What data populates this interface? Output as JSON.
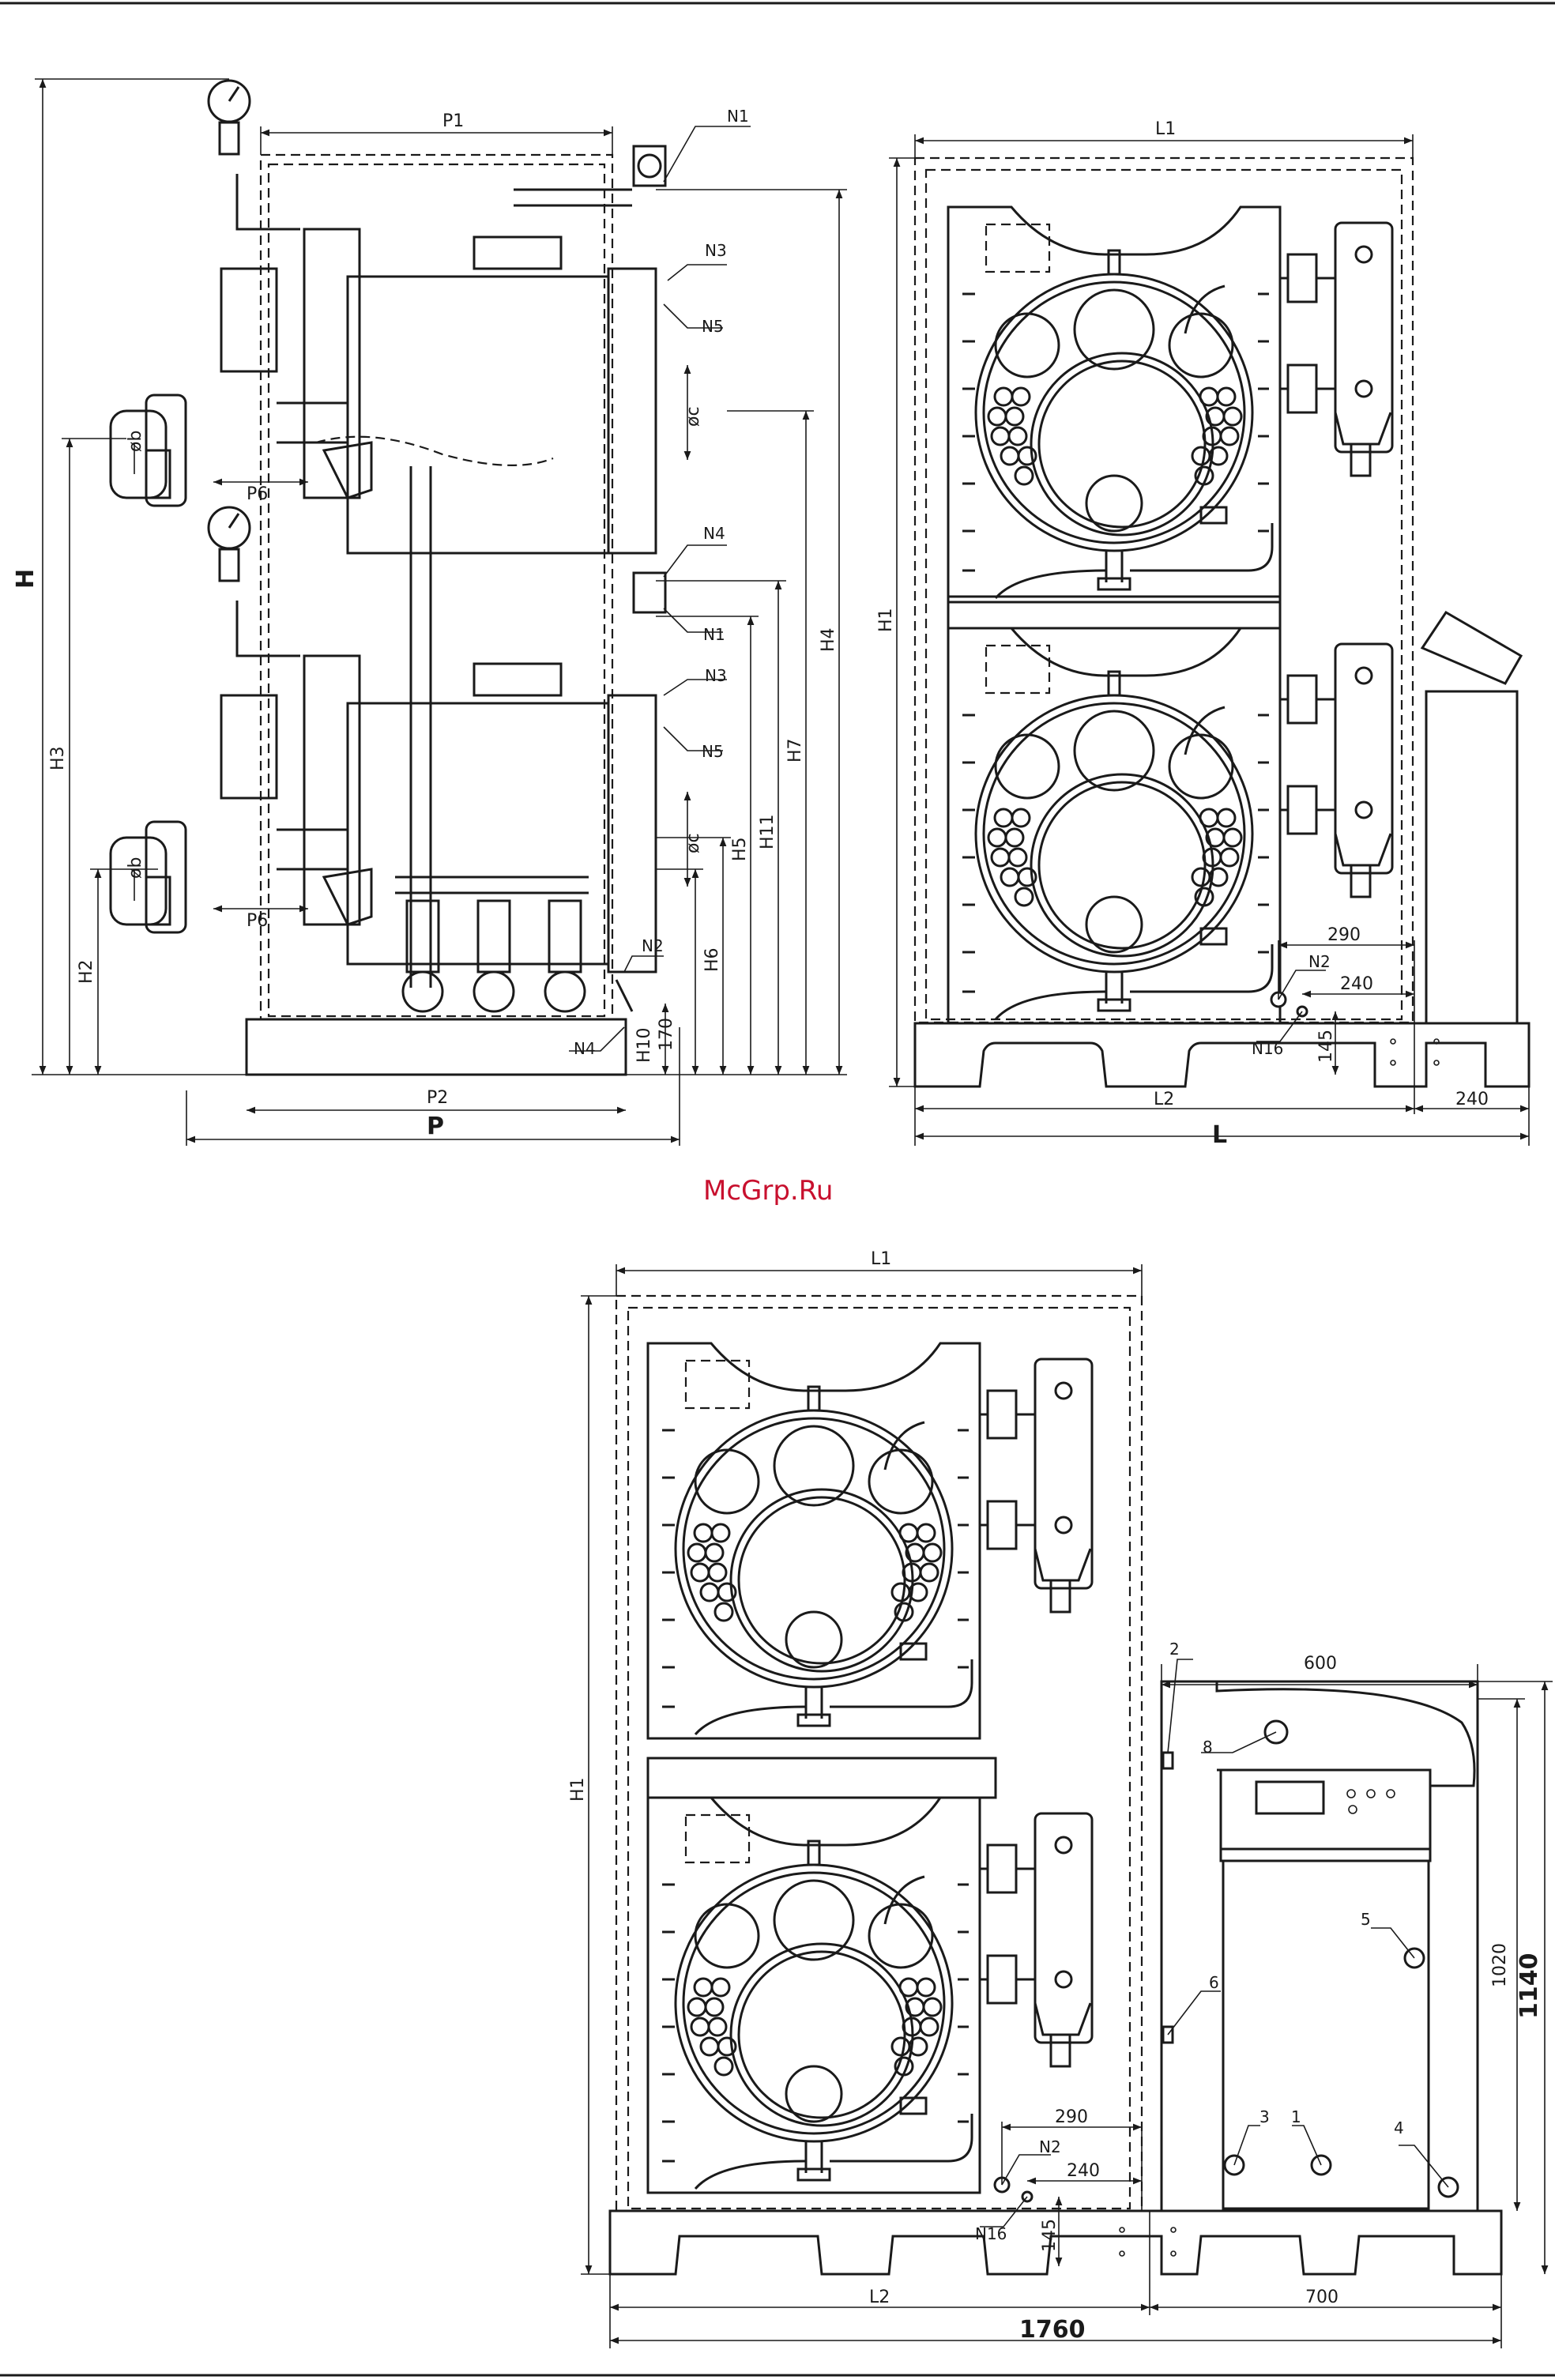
{
  "watermark": "McGrp.Ru",
  "side_view": {
    "labels": {
      "H": "H",
      "H2": "H2",
      "H3": "H3",
      "H4": "H4",
      "H5": "H5",
      "H6": "H6",
      "H7": "H7",
      "H10": "H10",
      "H11": "H11",
      "v170": "170",
      "P": "P",
      "P1": "P1",
      "P2": "P2",
      "P6a": "P6",
      "P6b": "P6",
      "b1": "øb",
      "b2": "øb",
      "c1": "øc",
      "c2": "øc",
      "N1a": "N1",
      "N1b": "N1",
      "N2": "N2",
      "N3a": "N3",
      "N3b": "N3",
      "N4a": "N4",
      "N4b": "N4",
      "N5a": "N5",
      "N5b": "N5"
    }
  },
  "front_view": {
    "labels": {
      "L1": "L1",
      "H1": "H1",
      "L2": "L2",
      "L": "L",
      "v240b": "240",
      "v290": "290",
      "v240": "240",
      "v145": "145",
      "N2": "N2",
      "N16": "N16"
    }
  },
  "bottom_view": {
    "labels": {
      "L1": "L1",
      "H1": "H1",
      "L2": "L2",
      "v1760": "1760",
      "v700": "700",
      "v600": "600",
      "v1020": "1020",
      "v1140": "1140",
      "v290": "290",
      "v240": "240",
      "v145": "145",
      "N2": "N2",
      "N16": "N16",
      "c1": "1",
      "c2": "2",
      "c3": "3",
      "c4": "4",
      "c5": "5",
      "c6": "6",
      "c8": "8"
    }
  }
}
